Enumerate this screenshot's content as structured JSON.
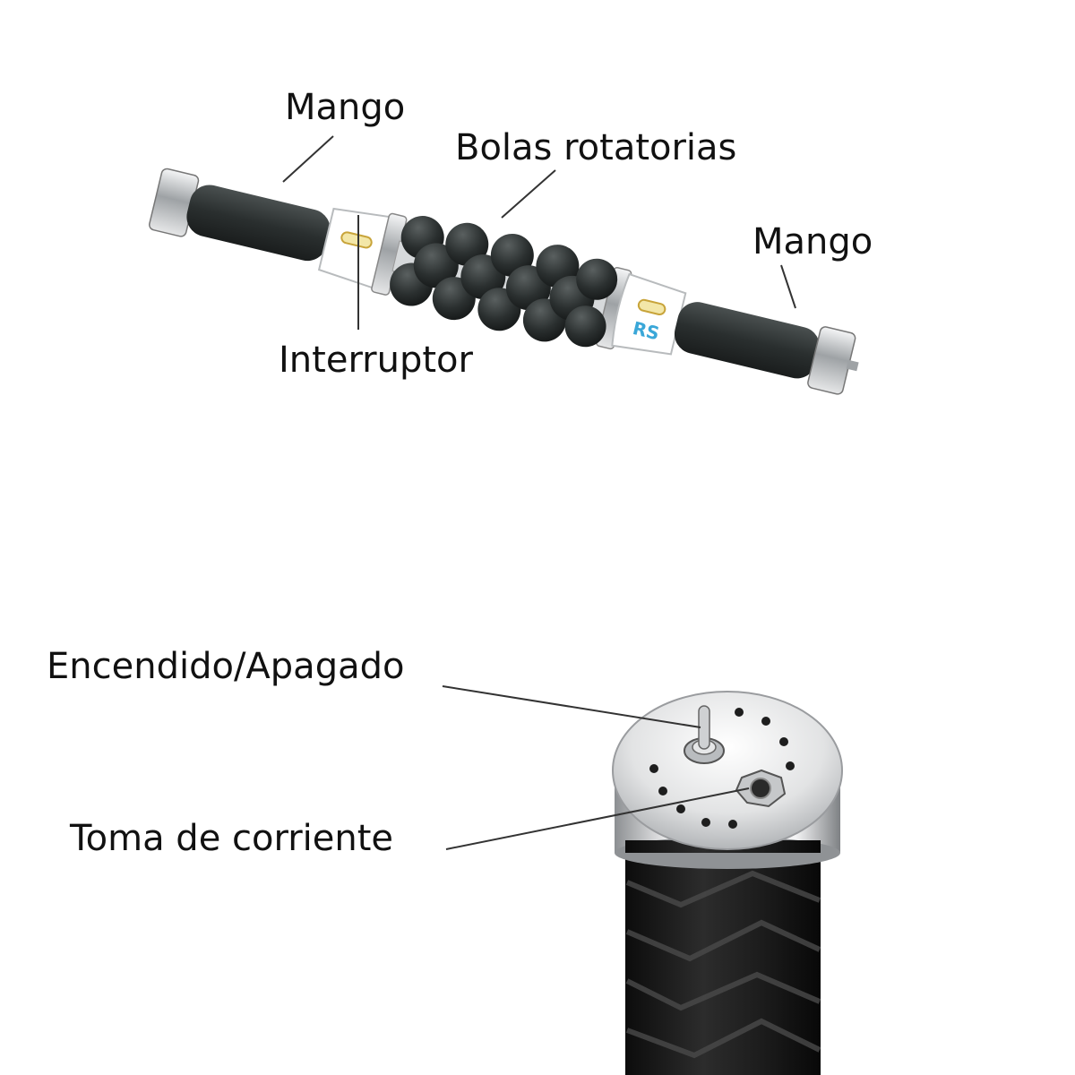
{
  "diagram_1": {
    "labels": {
      "handle_top": "Mango",
      "rotating_balls": "Bolas rotatorias",
      "handle_right": "Mango",
      "switch": "Interruptor"
    },
    "brand_mark": "RS",
    "colors": {
      "grip": "#2a2f2f",
      "body": "#ffffff",
      "metal": "#c9ccce",
      "accent": "#3aa7d8",
      "switch_gold": "#c8a43a"
    }
  },
  "diagram_2": {
    "labels": {
      "power_toggle": "Encendido/Apagado",
      "power_socket": "Toma de corriente"
    },
    "colors": {
      "grip": "#1b1b1b",
      "chrome": "#d9dadb"
    }
  },
  "colors": {
    "background": "#ffffff",
    "text": "#111111",
    "leader": "#333333"
  }
}
